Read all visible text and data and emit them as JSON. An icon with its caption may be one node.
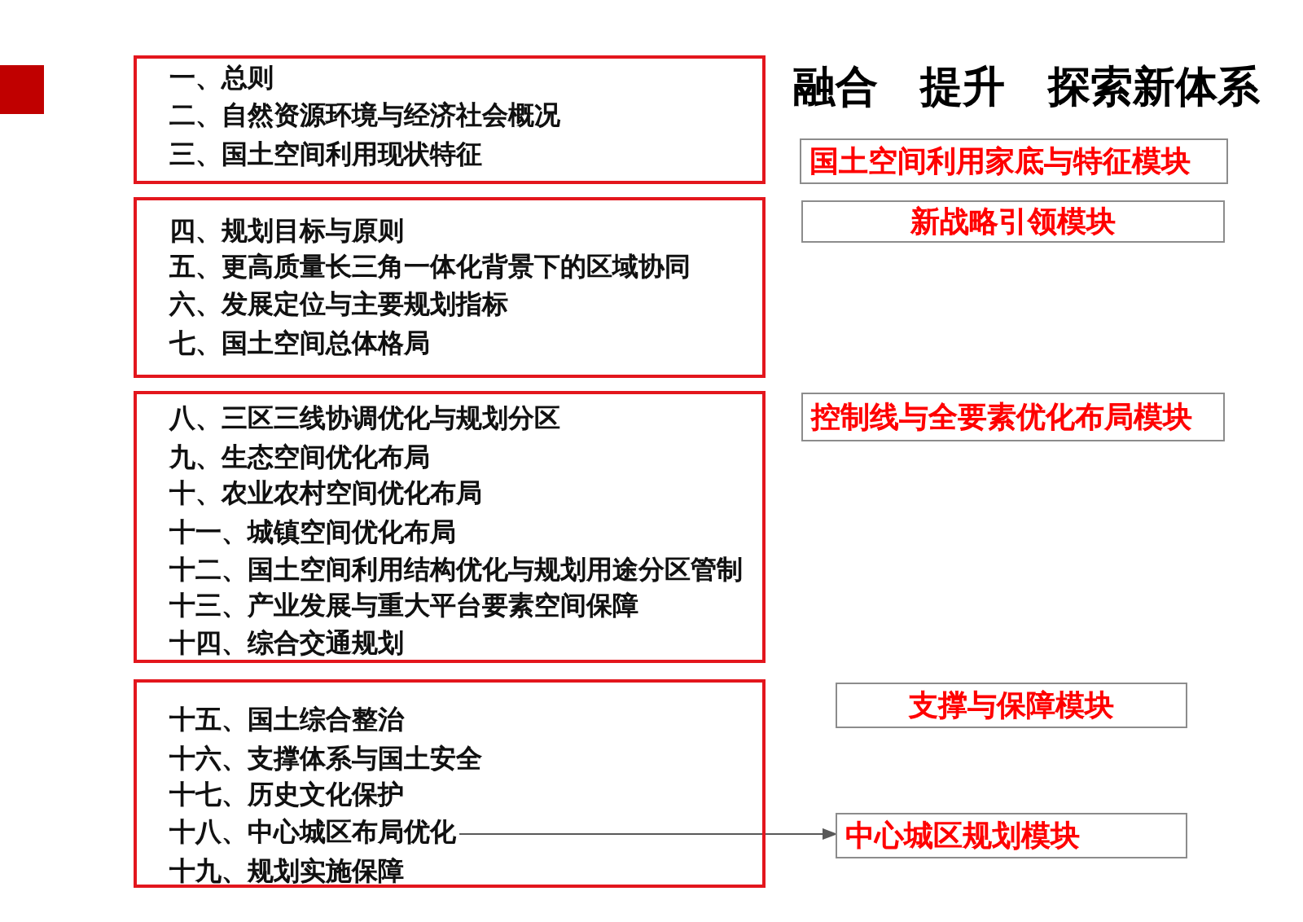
{
  "diagram": {
    "title": "融合 提升 探索新体系",
    "nodes": [
      {
        "text": [],
        "shape": "box"
      },
      {
        "text": [
          "一、总则"
        ],
        "in": 0
      },
      {
        "text": [
          "二、自然资源环境与经济社会概况"
        ],
        "in": 0
      },
      {
        "text": [
          "三、国土空间利用现状特征"
        ],
        "in": 0
      },
      {
        "text": [],
        "shape": "box"
      },
      {
        "text": [
          "四、规划目标与原则"
        ],
        "in": 4
      },
      {
        "text": [
          "五、更高质量长三角一体化背景下的区域协同"
        ],
        "in": 4
      },
      {
        "text": [
          "六、发展定位与主要规划指标"
        ],
        "in": 4
      },
      {
        "text": [
          "七、国土空间总体格局"
        ],
        "in": 4
      },
      {
        "text": [],
        "shape": "box"
      },
      {
        "text": [
          "八、三区三线协调优化与规划分区"
        ],
        "in": 9
      },
      {
        "text": [
          "九、生态空间优化布局"
        ],
        "in": 9
      },
      {
        "text": [
          "十、农业农村空间优化布局"
        ],
        "in": 9
      },
      {
        "text": [
          "十一、城镇空间优化布局"
        ],
        "in": 9
      },
      {
        "text": [
          "十二、国土空间利用结构优化与规划用途分区管制"
        ],
        "in": 9
      },
      {
        "text": [
          "十三、产业发展与重大平台要素空间保障"
        ],
        "in": 9
      },
      {
        "text": [
          "十四、综合交通规划"
        ],
        "in": 9
      },
      {
        "text": [],
        "shape": "box"
      },
      {
        "text": [
          "十五、国土综合整治"
        ],
        "in": 17
      },
      {
        "text": [
          "十六、支撑体系与国土安全"
        ],
        "in": 17
      },
      {
        "text": [
          "十七、历史文化保护"
        ],
        "in": 17
      },
      {
        "text": [
          "十八、中心城区布局优化"
        ],
        "in": 17
      },
      {
        "text": [
          "十九、规划实施保障"
        ],
        "in": 17
      },
      {
        "text": [
          "国土空间利用家底与特征模块"
        ]
      },
      {
        "text": [
          "新战略引领模块"
        ]
      },
      {
        "text": [
          "控制线与全要素优化布局模块"
        ]
      },
      {
        "text": [
          "支撑与保障模块"
        ]
      },
      {
        "text": [
          "中心城区规划模块"
        ]
      }
    ],
    "edges": [
      {
        "from": 21,
        "to": 27,
        "arrow": "to"
      }
    ]
  }
}
